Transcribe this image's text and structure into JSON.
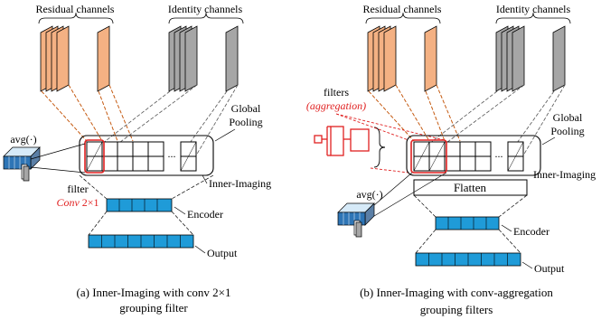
{
  "panel_a": {
    "residual_label": "Residual channels",
    "identity_label": "Identity channels",
    "global_pooling_line1": "Global",
    "global_pooling_line2": "Pooling",
    "avg_label": "avg(·)",
    "filter_label": "filter",
    "filter_conv_italic": "Conv",
    "filter_conv_size": " 2×1",
    "ellipsis": "...",
    "inner_imaging_label": "Inner-Imaging",
    "encoder_label": "Encoder",
    "output_label": "Output",
    "caption_line1": "(a) Inner-Imaging with conv 2×1",
    "caption_line2": "grouping filter"
  },
  "panel_b": {
    "residual_label": "Residual channels",
    "identity_label": "Identity channels",
    "global_pooling_line1": "Global",
    "global_pooling_line2": "Pooling",
    "filters_label": "filters",
    "aggregation_label": "(aggregation)",
    "ellipsis": "...",
    "inner_imaging_label": "Inner-Imaging",
    "flatten_label": "Flatten",
    "avg_label": "avg(·)",
    "encoder_label": "Encoder",
    "output_label": "Output",
    "caption_line1": "(b) Inner-Imaging with conv-aggregation",
    "caption_line2": "grouping filters"
  },
  "colors": {
    "residual_fill": "#f4b183",
    "identity_fill": "#a6a6a6",
    "encoder_fill": "#1f9bd8",
    "highlight": "#e02020",
    "residual_link": "#c55a11"
  }
}
